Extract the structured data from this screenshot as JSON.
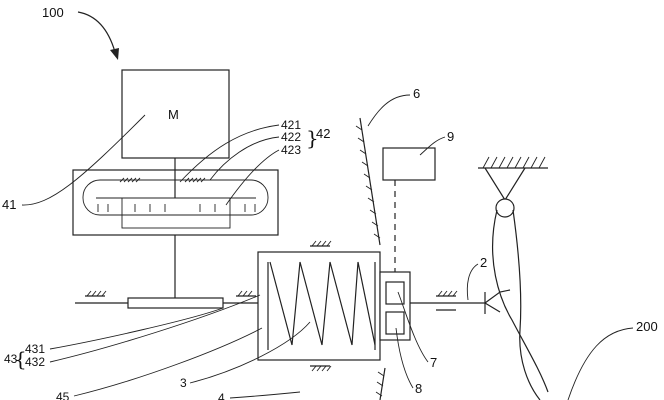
{
  "diagram": {
    "motor_symbol": "M",
    "labels": {
      "assembly": "100",
      "motor": "41",
      "gear_a": "421",
      "gear_b": "422",
      "gear_c": "423",
      "gear_group": "42",
      "shaft_group": "43",
      "shaft_a": "431",
      "shaft_b": "432",
      "lower_a": "45",
      "lower_b": "3",
      "lower_c": "4",
      "cable": "2",
      "plate": "6",
      "sensor": "9",
      "sensor_lower": "7",
      "sensor_bottom": "8",
      "pulley_line": "200"
    }
  }
}
